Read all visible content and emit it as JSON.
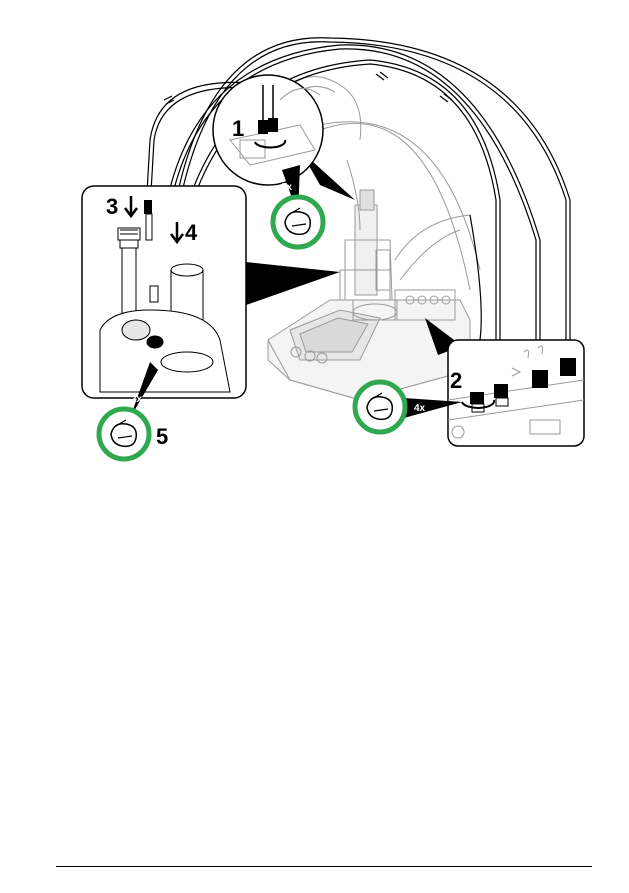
{
  "steps": {
    "step1": "1",
    "step2": "2",
    "step3": "3",
    "step4": "4",
    "step5": "5"
  },
  "repeat_labels": {
    "step1_turns": "2x",
    "step2_turns": "4x",
    "step5_turns": "2x"
  },
  "icons": {
    "hand": "hand-turn-icon",
    "rotate": "rotate-arrow-icon",
    "down_arrow": "down-arrow-icon"
  },
  "colors": {
    "hand_ring": "#2fa84f",
    "line": "#000000",
    "light_line": "#9a9a9a"
  }
}
